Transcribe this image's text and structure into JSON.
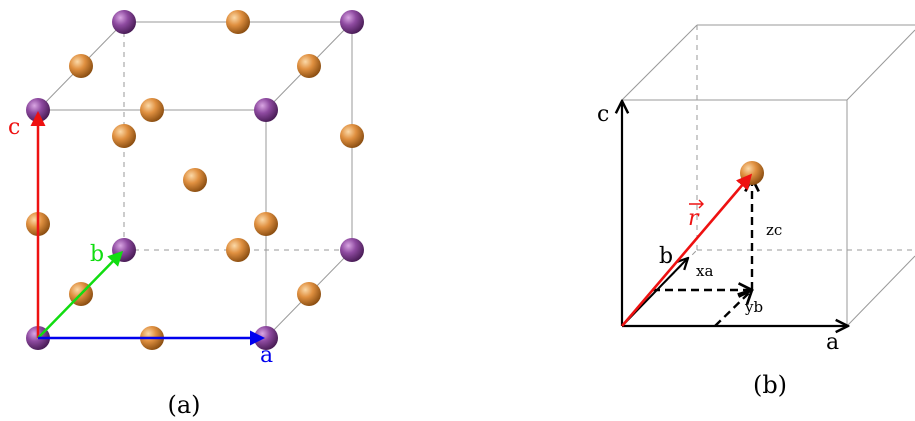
{
  "panel_a": {
    "caption": "(a)",
    "axis_labels": {
      "a": "a",
      "b": "b",
      "c": "c"
    }
  },
  "panel_b": {
    "caption": "(b)",
    "axis_labels": {
      "a": "a",
      "b": "b",
      "c": "c"
    },
    "vector_label": "r",
    "component_labels": {
      "xa": "xa",
      "yb": "yb",
      "zc": "zc"
    }
  },
  "colors": {
    "purple_atom": "#7b3a8c",
    "orange_atom": "#d98b3c",
    "axis_a": "#0000ee",
    "axis_b": "#11dd11",
    "axis_c": "#ee1111",
    "vector_r": "#ee1111",
    "edges": "#9a9a9a"
  }
}
